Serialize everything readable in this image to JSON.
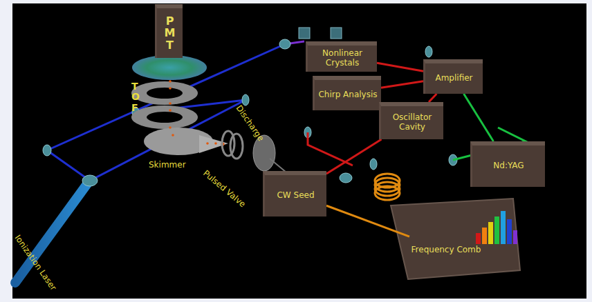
{
  "diagram": {
    "nodes": [
      {
        "text": [
          "PMT"
        ]
      },
      {
        "text": [
          "Nonlinear Crystals"
        ]
      },
      {
        "text": [
          "Chirp Analysis"
        ]
      },
      {
        "text": [
          "Amplifier"
        ]
      },
      {
        "text": [
          "Oscillator Cavity"
        ]
      },
      {
        "text": [
          "Nd:YAG"
        ]
      },
      {
        "text": [
          "CW Seed"
        ]
      },
      {
        "text": [
          "Frequency Comb"
        ]
      }
    ],
    "edges": [
      {
        "from": 6,
        "to": 4,
        "arrow": "none"
      },
      {
        "from": 4,
        "to": 3,
        "arrow": "none"
      },
      {
        "from": 3,
        "to": 1,
        "arrow": "none"
      },
      {
        "from": 2,
        "to": 3,
        "arrow": "none"
      },
      {
        "from": 5,
        "to": 3,
        "arrow": "none"
      },
      {
        "from": 7,
        "to": 6,
        "arrow": "none"
      }
    ],
    "labels": [
      "TOF",
      "Discharge",
      "Skimmer",
      "Pulsed Valve",
      "Ionization Laser"
    ]
  }
}
